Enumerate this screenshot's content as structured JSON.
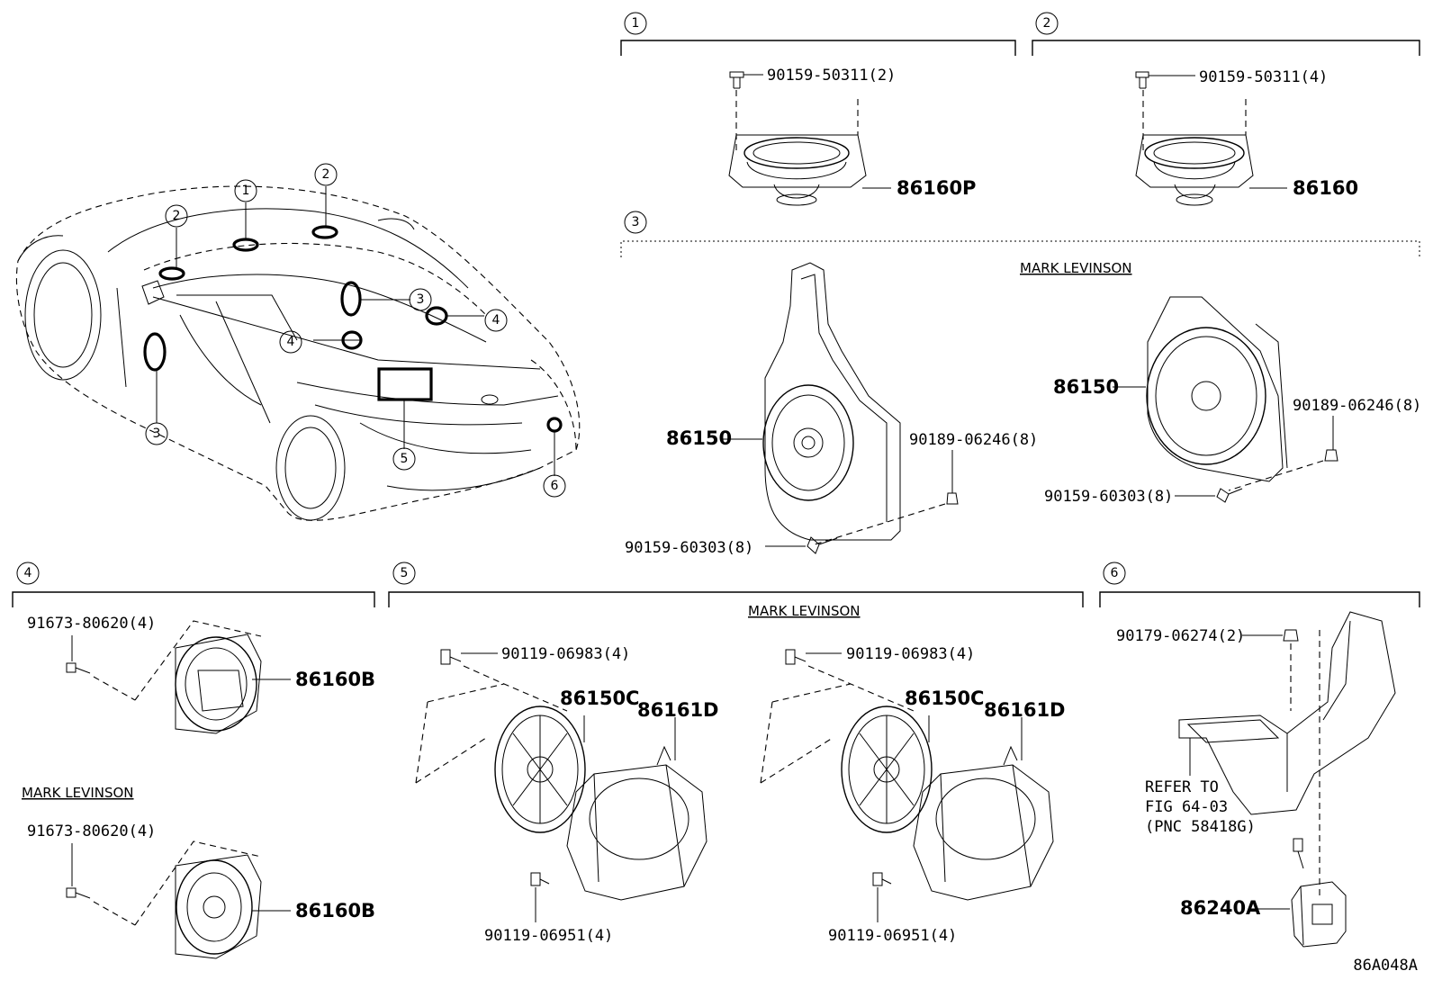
{
  "sections": [
    {
      "num": "1"
    },
    {
      "num": "2"
    },
    {
      "num": "3"
    },
    {
      "num": "4"
    },
    {
      "num": "5"
    },
    {
      "num": "6"
    }
  ],
  "callouts": {
    "c1": "1",
    "c2a": "2",
    "c2b": "2",
    "c3a": "3",
    "c3b": "3",
    "c4a": "4",
    "c4b": "4",
    "c5": "5",
    "c6": "6"
  },
  "labels": {
    "s1_screw": "90159-50311(2)",
    "s1_part": "86160P",
    "s2_screw": "90159-50311(4)",
    "s2_part": "86160",
    "s3_mark": "MARK LEVINSON",
    "s3_left_part": "86150",
    "s3_left_clip": "90189-06246(8)",
    "s3_left_screw": "90159-60303(8)",
    "s3_right_part": "86150",
    "s3_right_clip": "90189-06246(8)",
    "s3_right_screw": "90159-60303(8)",
    "s4_screw_a": "91673-80620(4)",
    "s4_part_a": "86160B",
    "s4_mark": "MARK LEVINSON",
    "s4_screw_b": "91673-80620(4)",
    "s4_part_b": "86160B",
    "s5_mark": "MARK LEVINSON",
    "s5_l_screw_top": "90119-06983(4)",
    "s5_l_spk": "86150C",
    "s5_l_box": "86161D",
    "s5_l_screw_bot": "90119-06951(4)",
    "s5_r_screw_top": "90119-06983(4)",
    "s5_r_spk": "86150C",
    "s5_r_box": "86161D",
    "s5_r_screw_bot": "90119-06951(4)",
    "s6_nut": "90179-06274(2)",
    "s6_ref1": "REFER TO",
    "s6_ref2": "FIG 64-03",
    "s6_ref3": "(PNC 58418G)",
    "s6_part": "86240A",
    "diagram_code": "86A048A"
  }
}
